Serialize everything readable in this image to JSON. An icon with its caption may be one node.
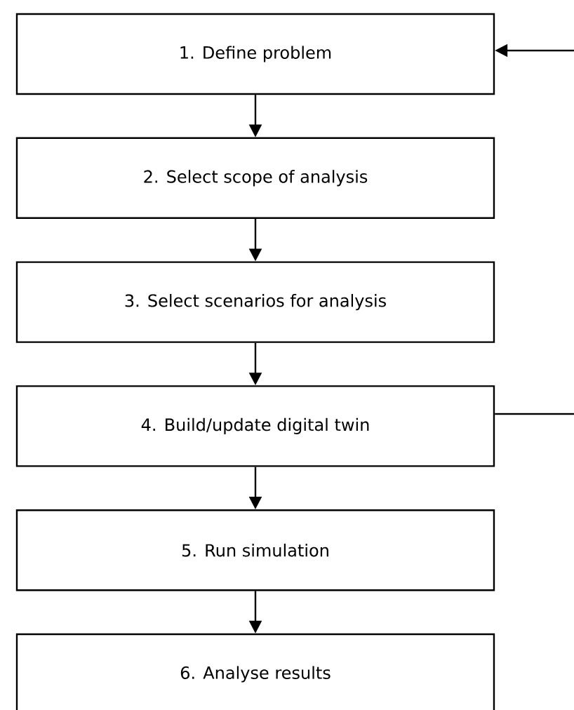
{
  "diagram": {
    "nodes": [
      {
        "text": [
          "1. Define problem"
        ]
      },
      {
        "text": [
          "2. Select scope of analysis"
        ]
      },
      {
        "text": [
          "3. Select scenarios for analysis"
        ]
      },
      {
        "text": [
          "4. Build/update digital twin"
        ]
      },
      {
        "text": [
          "5. Run simulation"
        ]
      },
      {
        "text": [
          "6. Analyse results"
        ]
      }
    ],
    "edges": [
      {
        "from": 0,
        "to": 1,
        "arrow": "to"
      },
      {
        "from": 1,
        "to": 2,
        "arrow": "to"
      },
      {
        "from": 2,
        "to": 3,
        "arrow": "to"
      },
      {
        "from": 3,
        "to": 4,
        "arrow": "to"
      },
      {
        "from": 4,
        "to": 5,
        "arrow": "to"
      },
      {
        "from": null,
        "to": 0,
        "arrow": "to"
      },
      {
        "from": 3,
        "to": null,
        "arrow": "none"
      }
    ]
  }
}
